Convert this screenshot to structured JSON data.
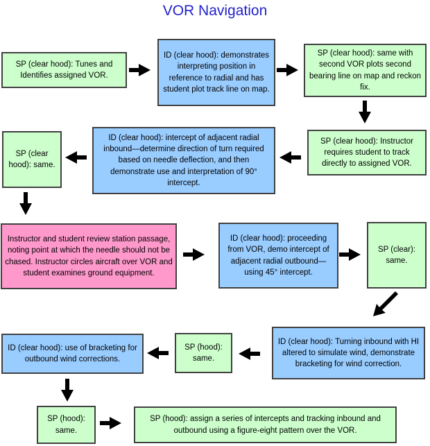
{
  "title": {
    "text": "VOR Navigation"
  },
  "palette": {
    "title_blue": "#2222cc",
    "node_green": "#ccffcc",
    "node_blue": "#99ccff",
    "node_pink": "#ff99cc",
    "node_border": "#404040",
    "arrow_black": "#000000",
    "background": "#ffffff"
  },
  "nodes": [
    {
      "id": "n1",
      "color": "node_green",
      "text": "SP (clear hood): Tunes and Identifies assigned VOR."
    },
    {
      "id": "n2",
      "color": "node_blue",
      "text": "ID (clear hood): demonstrates interpreting position in reference to radial and has student plot track line on map."
    },
    {
      "id": "n3",
      "color": "node_green",
      "text": "SP (clear hood): same with second VOR plots second bearing line on map and reckon fix."
    },
    {
      "id": "n4",
      "color": "node_green",
      "text": "SP (clear hood): Instructor requires student to track directly to assigned VOR."
    },
    {
      "id": "n5",
      "color": "node_blue",
      "text": "ID (clear hood): intercept of adjacent radial inbound—determine direction of turn required based on needle deflection, and then demonstrate use and interpretation of 90° intercept."
    },
    {
      "id": "n6",
      "color": "node_green",
      "text": "SP (clear hood): same."
    },
    {
      "id": "n7",
      "color": "node_pink",
      "text": "Instructor and student review station passage, noting point at which the needle should not be chased.  Instructor circles aircraft over VOR and student examines ground equipment."
    },
    {
      "id": "n8",
      "color": "node_blue",
      "text": "ID (clear hood): proceeding from VOR, demo intercept of adjacent radial outbound—using 45° intercept."
    },
    {
      "id": "n9",
      "color": "node_green",
      "text": "SP (clear): same."
    },
    {
      "id": "n10",
      "color": "node_blue",
      "text": "ID (clear hood): Turning inbound with HI altered to simulate wind, demonstrate bracketing for wind correction."
    },
    {
      "id": "n11",
      "color": "node_green",
      "text": "SP (hood): same."
    },
    {
      "id": "n12",
      "color": "node_blue",
      "text": "ID (clear hood): use of bracketing for outbound wind corrections."
    },
    {
      "id": "n13",
      "color": "node_green",
      "text": "SP (hood): same."
    },
    {
      "id": "n14",
      "color": "node_green",
      "text": "SP (hood): assign a series of intercepts and tracking inbound and outbound using a figure-eight pattern over the VOR."
    }
  ],
  "arrows": [
    {
      "from": "n1",
      "to": "n2",
      "direction": "right"
    },
    {
      "from": "n2",
      "to": "n3",
      "direction": "right"
    },
    {
      "from": "n3",
      "to": "n4",
      "direction": "down"
    },
    {
      "from": "n4",
      "to": "n5",
      "direction": "left"
    },
    {
      "from": "n5",
      "to": "n6",
      "direction": "left"
    },
    {
      "from": "n6",
      "to": "n7",
      "direction": "down"
    },
    {
      "from": "n7",
      "to": "n8",
      "direction": "right"
    },
    {
      "from": "n8",
      "to": "n9",
      "direction": "right"
    },
    {
      "from": "n9",
      "to": "n10",
      "direction": "down-left"
    },
    {
      "from": "n10",
      "to": "n11",
      "direction": "left"
    },
    {
      "from": "n11",
      "to": "n12",
      "direction": "left"
    },
    {
      "from": "n12",
      "to": "n13",
      "direction": "down"
    },
    {
      "from": "n13",
      "to": "n14",
      "direction": "right"
    }
  ]
}
